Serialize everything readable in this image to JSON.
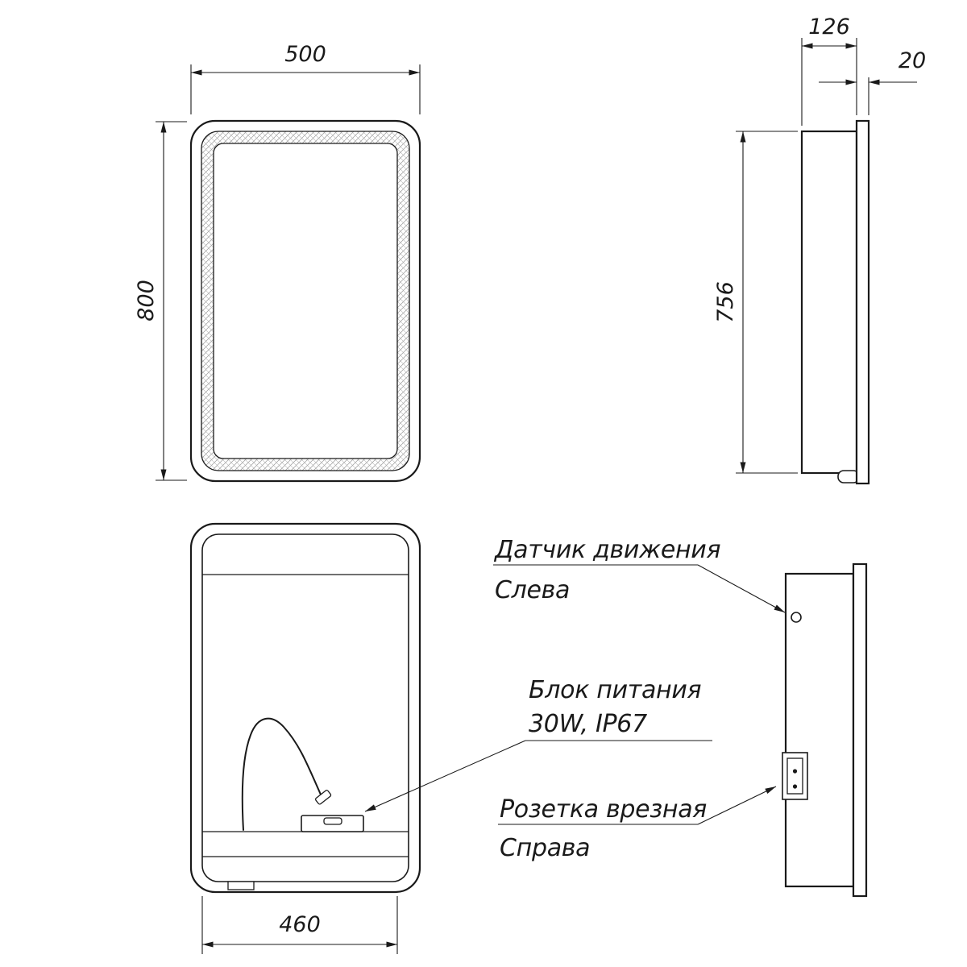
{
  "dimensions": {
    "front_width": "500",
    "front_height": "800",
    "side_depth": "126",
    "mirror_thickness": "20",
    "body_height": "756",
    "inner_width": "460"
  },
  "labels": {
    "motion_sensor": {
      "line1": "Датчик движения",
      "line2": "Слева"
    },
    "power_supply": {
      "line1": "Блок питания",
      "line2": "30W, IP67"
    },
    "socket": {
      "line1": "Розетка врезная",
      "line2": "Справа"
    }
  },
  "colors": {
    "line": "#1a1a1a",
    "background": "#ffffff"
  }
}
